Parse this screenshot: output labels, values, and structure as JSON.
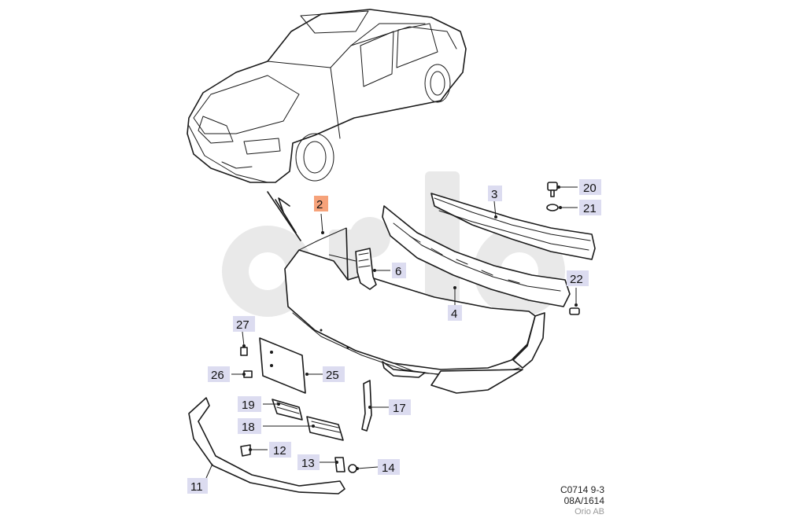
{
  "callouts": [
    {
      "id": "2",
      "highlight": true
    },
    {
      "id": "3"
    },
    {
      "id": "4"
    },
    {
      "id": "6"
    },
    {
      "id": "11"
    },
    {
      "id": "12"
    },
    {
      "id": "13"
    },
    {
      "id": "14"
    },
    {
      "id": "17"
    },
    {
      "id": "18"
    },
    {
      "id": "19"
    },
    {
      "id": "20"
    },
    {
      "id": "21"
    },
    {
      "id": "22"
    },
    {
      "id": "25"
    },
    {
      "id": "26"
    },
    {
      "id": "27"
    }
  ],
  "footer": {
    "code": "C0714 9-3",
    "ref": "08A/1614",
    "brand": "Orio AB"
  },
  "colors": {
    "callout_bg": "#dcdcf0",
    "callout_highlight": "#f6a27a",
    "watermark": "#e9e9e9"
  }
}
